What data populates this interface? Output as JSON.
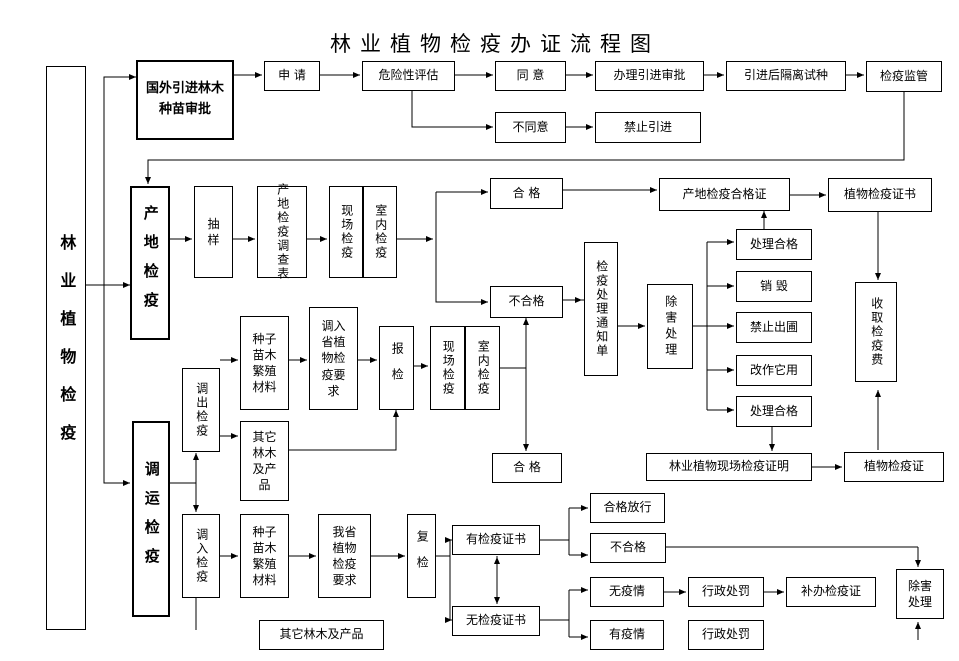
{
  "title": "林业植物检疫办证流程图",
  "nodes": {
    "main": "林业植物检疫",
    "intro": "国外引进林木种苗审批",
    "apply": "申 请",
    "risk": "危险性评估",
    "agree": "同 意",
    "approve": "办理引进审批",
    "trial": "引进后隔离试种",
    "supervise": "检疫监管",
    "disagree": "不同意",
    "ban": "禁止引进",
    "origin": "产地检疫",
    "sample": "抽 样",
    "survey": "产地检疫调查表",
    "field1": "现场检疫",
    "lab1": "室内检疫",
    "pass1": "合 格",
    "fail1": "不合格",
    "origin_cert": "产地检疫合格证",
    "plant_cert1": "植物检疫证书",
    "notice": "检疫处理通知单",
    "pest": "除害处理",
    "treat_ok1": "处理合格",
    "destroy": "销 毁",
    "ban_out": "禁止出圃",
    "reuse": "改作它用",
    "treat_ok2": "处理合格",
    "fee": "收取检疫费",
    "transport": "调运检疫",
    "out": "调出检疫",
    "seed1": "种子苗木繁殖材料",
    "req1": "调入省植物检疫要求",
    "other1": "其它林木及产品",
    "report": "报检",
    "field2": "现场检疫",
    "lab2": "室内检疫",
    "pass2": "合 格",
    "field_cert": "林业植物现场检疫证明",
    "plant_cert2": "植物检疫证",
    "in": "调入检疫",
    "seed2": "种子苗木繁殖材料",
    "req2": "我省植物检疫要求",
    "recheck": "复检",
    "has_cert": "有检疫证书",
    "no_cert": "无检疫证书",
    "release": "合格放行",
    "fail2": "不合格",
    "no_pest": "无疫情",
    "penalty1": "行政处罚",
    "reissue": "补办检疫证",
    "has_pest": "有疫情",
    "penalty2": "行政处罚",
    "pest2": "除害处理",
    "other2": "其它林木及产品"
  }
}
